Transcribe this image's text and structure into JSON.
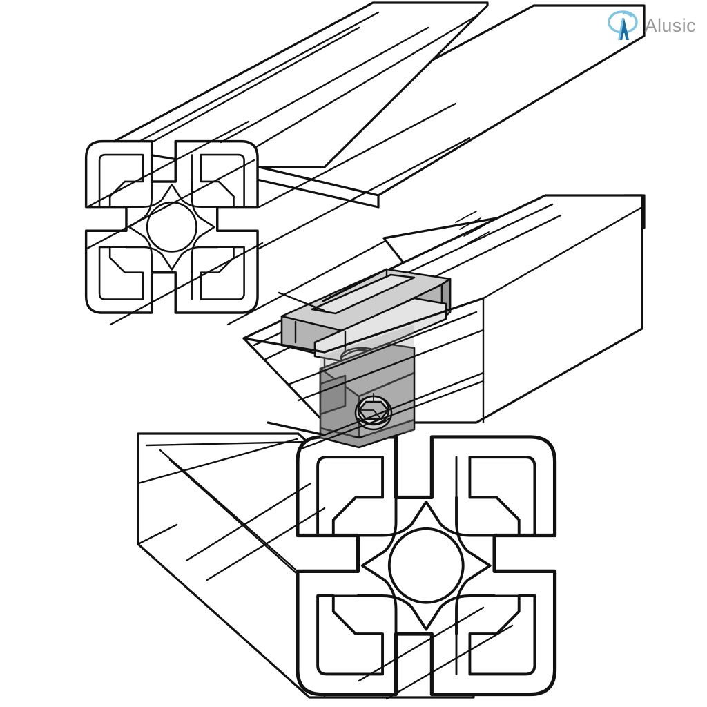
{
  "image": {
    "title": "T-slot aluminium extrusion profile connector assembly",
    "subject": "exploded isometric line drawing of three aluminium T-slot profiles joined by a sliding block connector",
    "background_color": "#ffffff",
    "line_color": "#111111",
    "view": "isometric",
    "style": "technical line art"
  },
  "brand": {
    "name": "Alusic",
    "logo_icon_name": "alusic-a-logo",
    "logo_mark_blue_light": "#7fc5e4",
    "logo_mark_blue_dark": "#1d6d9e",
    "wordmark_color": "#9a9a9a"
  },
  "parts": [
    {
      "id": "profile-upper-left",
      "label": "Aluminium T-slot profile (upper left, end face visible)",
      "icon_name": "extrusion-profile-icon",
      "fill": "#ffffff",
      "stroke": "#111111"
    },
    {
      "id": "profile-upper-right",
      "label": "Aluminium T-slot profile (upper right, running to upper right)",
      "icon_name": "extrusion-profile-icon",
      "fill": "#ffffff",
      "stroke": "#111111"
    },
    {
      "id": "profile-lower",
      "label": "Aluminium T-slot profile (lower, end face visible)",
      "icon_name": "extrusion-profile-icon",
      "fill": "#ffffff",
      "stroke": "#111111"
    },
    {
      "id": "connector-block-upper",
      "label": "Sliding block connector, upper half",
      "icon_name": "slide-block-connector-icon",
      "fill": "#b9b9b9",
      "stroke": "#111111"
    },
    {
      "id": "connector-block-lower",
      "label": "Sliding block connector, lower half",
      "icon_name": "slide-block-connector-icon",
      "fill": "#9d9d9d",
      "stroke": "#111111"
    },
    {
      "id": "hex-socket-screw",
      "label": "Hex socket cap screw",
      "icon_name": "hex-socket-screw-icon",
      "fill": "#cfcfcf",
      "stroke": "#111111"
    },
    {
      "id": "boss-pin",
      "label": "Cylindrical locating boss",
      "icon_name": "locating-boss-icon",
      "fill": "#e2e2e2",
      "stroke": "#111111"
    }
  ],
  "shading": {
    "tone_lightest": "#e4e4e4",
    "tone_light": "#cfcfcf",
    "tone_mid": "#b4b4b4",
    "tone_dark": "#9a9a9a",
    "tone_darkest": "#7f7f7f"
  },
  "geometry_notes": {
    "slot_count_per_profile": 4,
    "center_bore": "circular through bore at profile centre",
    "profile_outline": "square cross section with four T slots and rounded corner fins"
  }
}
